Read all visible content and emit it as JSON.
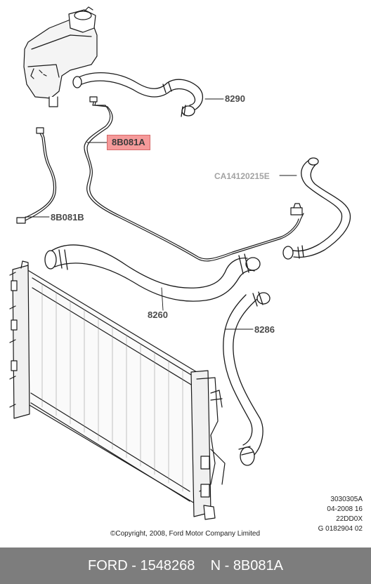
{
  "callouts": {
    "part_8290": "8290",
    "part_8b081a_highlight": "8B081A",
    "part_ca14120215e": "CA14120215E",
    "part_8b081b": "8B081B",
    "part_8260": "8260",
    "part_8286": "8286"
  },
  "metadata": {
    "line1": "3030305A",
    "line2": "04-2008 16",
    "line3": "22DD0X",
    "line4": "G 0182904 02"
  },
  "copyright": "©Copyright, 2008, Ford Motor Company Limited",
  "footer": {
    "brand": "FORD",
    "part_number": "1548268",
    "n_label": "N",
    "n_code": "8B081A",
    "separator": " - "
  },
  "colors": {
    "highlight": "#f59a9a",
    "footer_bg": "#7d7d7d",
    "line_art": "#1a1a1a"
  }
}
